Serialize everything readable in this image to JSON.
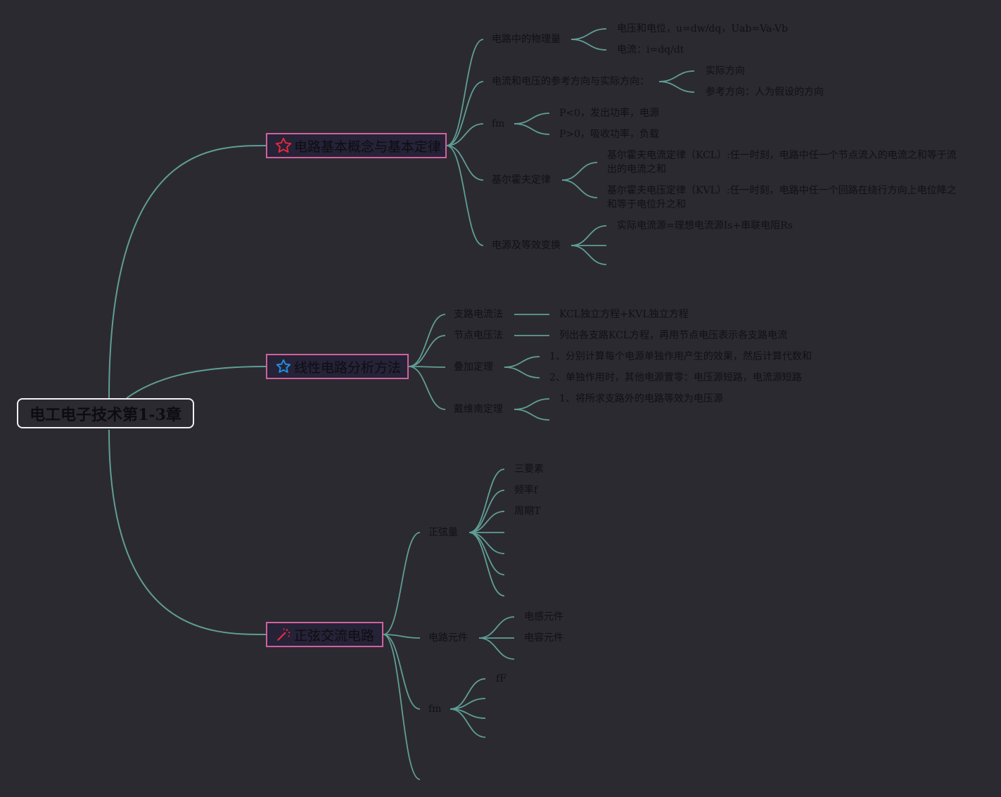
{
  "root": {
    "title": "电工电子技术第1-3章"
  },
  "colors": {
    "background": "#2c2a31",
    "line": "#5f9f95",
    "main_border": "#d0629b",
    "root_border": "#f2f0f4"
  },
  "topics": [
    {
      "title": "电路基本概念与基本定律",
      "icon": "star-outline-red-icon",
      "items": [
        {
          "label": "电路中的物理量",
          "children": [
            "电压和电位，u=dw/dq，Uab=Va-Vb",
            "电流：i=dq/dt"
          ]
        },
        {
          "label": "电流和电压的参考方向与实际方向：",
          "children": [
            "实际方向",
            "参考方向：人为假设的方向"
          ]
        },
        {
          "label": "fm",
          "children": [
            "P<0，发出功率，电源",
            "P>0，吸收功率，负载"
          ]
        },
        {
          "label": "基尔霍夫定律",
          "children": [
            "基尔霍夫电流定律（KCL）:任一时刻，电路中任一个节点流入的电流之和等于流出的电流之和",
            "基尔霍夫电压定律（KVL）:任一时刻，电路中任一个回路在绕行方向上电位降之和等于电位升之和"
          ]
        },
        {
          "label": "电源及等效变换",
          "children": [
            "实际电流源=理想电流源Is+串联电阻Rs",
            "",
            ""
          ]
        }
      ]
    },
    {
      "title": "线性电路分析方法",
      "icon": "star-outline-blue-icon",
      "items": [
        {
          "label": "支路电流法",
          "children": [
            "KCL独立方程+KVL独立方程"
          ]
        },
        {
          "label": "节点电压法",
          "children": [
            "列出各支路KCL方程，再用节点电压表示各支路电流"
          ]
        },
        {
          "label": "叠加定理",
          "children": [
            "1、分别计算每个电源单独作用产生的效果，然后计算代数和",
            "2、单独作用时，其他电源置零：电压源短路，电流源短路"
          ]
        },
        {
          "label": "戴维南定理",
          "children": [
            "1、将所求支路外的电路等效为电压源",
            ""
          ]
        }
      ]
    },
    {
      "title": "正弦交流电路",
      "icon": "magic-wand-icon",
      "items": [
        {
          "label": "正弦量",
          "children": [
            "三要素",
            "频率f",
            "周期T",
            "",
            "",
            "",
            ""
          ]
        },
        {
          "label": "电路元件",
          "children": [
            "电感元件",
            "电容元件",
            ""
          ]
        },
        {
          "label": "fm",
          "children": [
            "fF",
            "",
            "",
            ""
          ]
        },
        {
          "label": "",
          "children": []
        }
      ]
    }
  ]
}
